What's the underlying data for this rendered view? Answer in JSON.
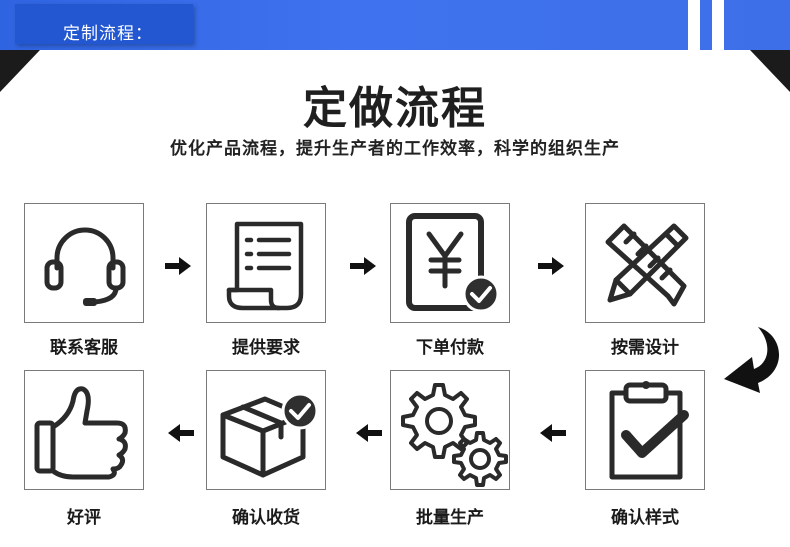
{
  "header": {
    "tab_label": "定制流程："
  },
  "title": "定做流程",
  "subtitle": "优化产品流程，提升生产者的工作效率，科学的组织生产",
  "steps": [
    {
      "label": "联系客服",
      "icon": "headset-icon"
    },
    {
      "label": "提供要求",
      "icon": "document-list-icon"
    },
    {
      "label": "下单付款",
      "icon": "yen-payment-icon"
    },
    {
      "label": "按需设计",
      "icon": "pencil-ruler-icon"
    },
    {
      "label": "确认样式",
      "icon": "clipboard-check-icon"
    },
    {
      "label": "批量生产",
      "icon": "gears-icon"
    },
    {
      "label": "确认收货",
      "icon": "box-check-icon"
    },
    {
      "label": "好评",
      "icon": "thumbs-up-icon"
    }
  ],
  "colors": {
    "banner_blue": "#3a6cea",
    "dark_band": "#1b1b1b",
    "icon_stroke": "#2a2a2a",
    "badge": "#2f2f2f"
  }
}
